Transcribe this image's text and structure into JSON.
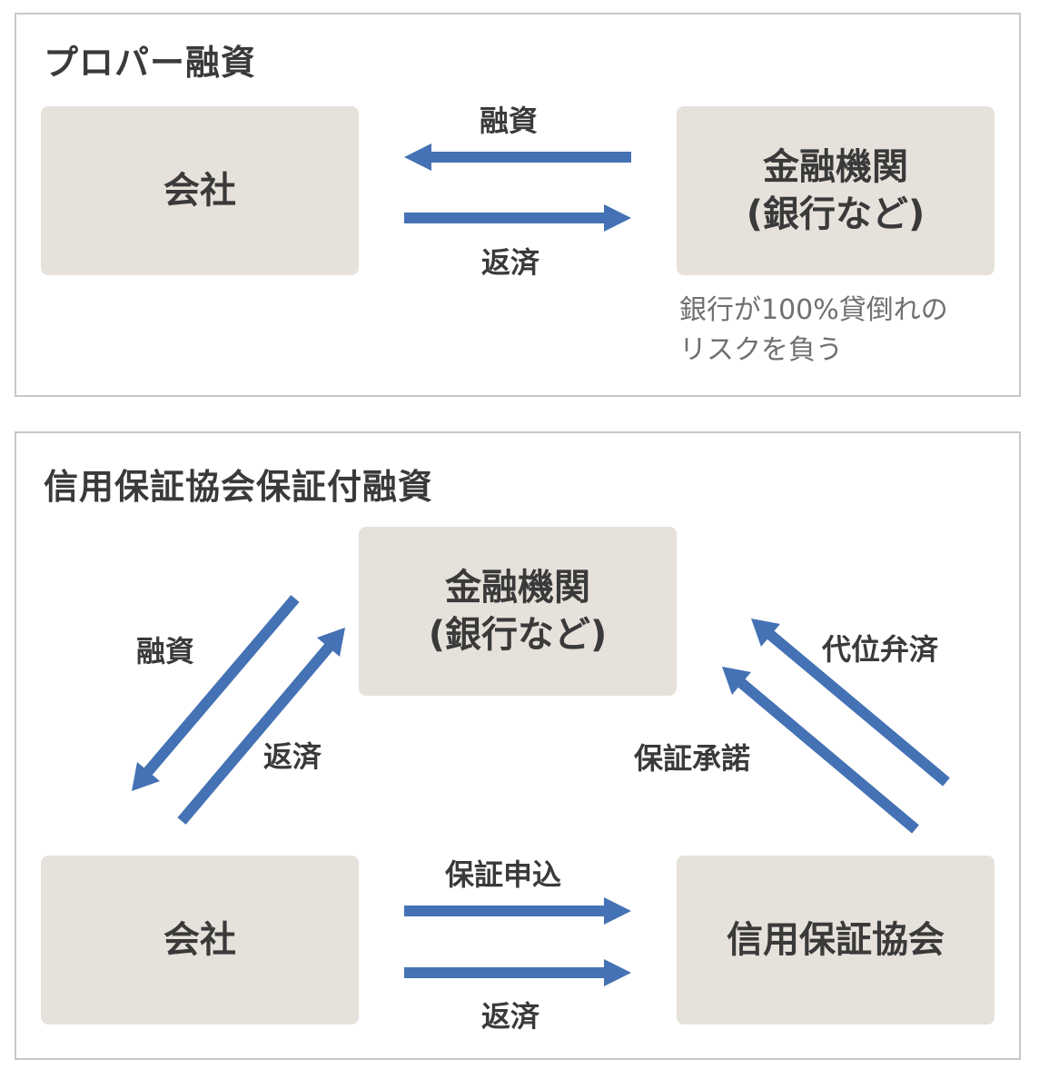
{
  "proper": {
    "title": "プロパー融資",
    "company": "会社",
    "bank_line1": "金融機関",
    "bank_line2": "(銀行など)",
    "arrow_loan": "融資",
    "arrow_repay": "返済",
    "note_line1": "銀行が100%貸倒れの",
    "note_line2": "リスクを負う"
  },
  "guarantee": {
    "title": "信用保証協会保証付融資",
    "bank_line1": "金融機関",
    "bank_line2": "(銀行など)",
    "company": "会社",
    "association": "信用保証協会",
    "arrow_loan": "融資",
    "arrow_repay": "返済",
    "arrow_subrogation": "代位弁済",
    "arrow_approval": "保証承諾",
    "arrow_application": "保証申込",
    "arrow_repay_bottom": "返済"
  },
  "colors": {
    "arrow": "#4472b4",
    "box": "#e6e1da",
    "border": "#c8c8c8"
  }
}
